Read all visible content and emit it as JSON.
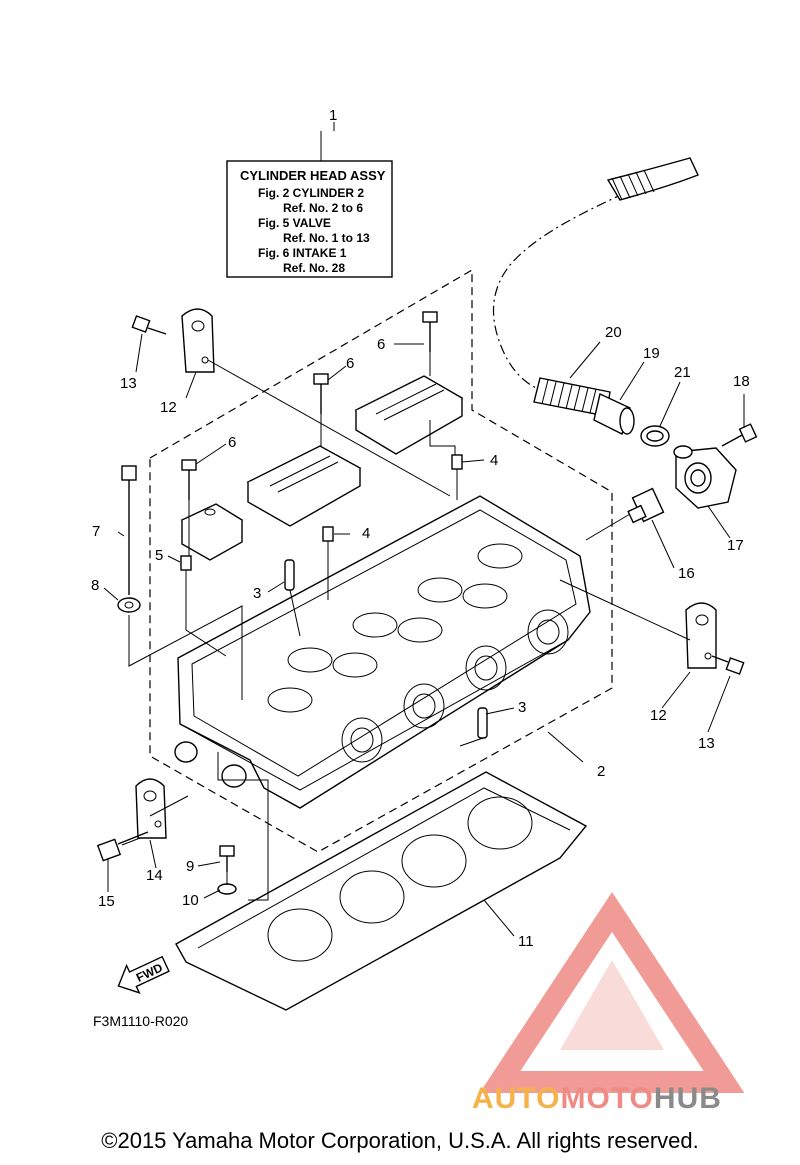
{
  "info_box": {
    "title": "CYLINDER HEAD ASSY",
    "lines": [
      "Fig.  2 CYLINDER 2",
      "Ref. No. 2 to 6",
      "Fig.  5 VALVE",
      "Ref. No. 1 to 13",
      "Fig.  6 INTAKE 1",
      "Ref. No. 28"
    ]
  },
  "callouts": {
    "c1": "1",
    "c2": "2",
    "c3a": "3",
    "c3b": "3",
    "c4a": "4",
    "c4b": "4",
    "c5": "5",
    "c6a": "6",
    "c6b": "6",
    "c6c": "6",
    "c7": "7",
    "c8": "8",
    "c9": "9",
    "c10": "10",
    "c11": "11",
    "c12a": "12",
    "c12b": "12",
    "c13a": "13",
    "c13b": "13",
    "c14": "14",
    "c15": "15",
    "c16": "16",
    "c17": "17",
    "c18": "18",
    "c19": "19",
    "c20": "20",
    "c21": "21"
  },
  "fwd_label": "FWD",
  "figure_code": "F3M1110-R020",
  "watermark": {
    "auto": "AUTO",
    "moto": "MOTO",
    "hub": "HUB",
    "color_red": "#ef8a84",
    "color_orange": "#f6b24a",
    "color_gray": "#8a8a8a"
  },
  "copyright": "©2015 Yamaha Motor Corporation, U.S.A. All rights reserved."
}
